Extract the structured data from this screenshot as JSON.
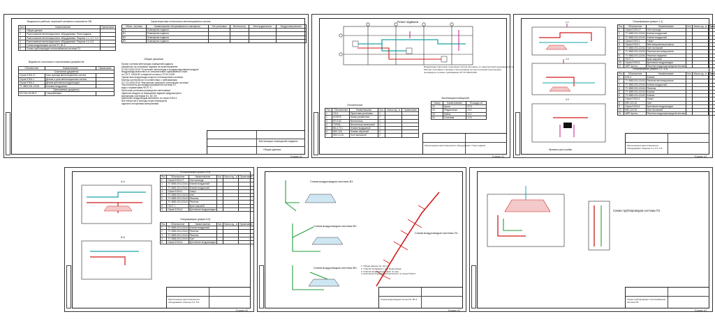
{
  "sheet1": {
    "vedomost_title": "Ведомость рабочих чертежей основного комплекта ОВ",
    "vedomost_headers": [
      "Лист",
      "Наименование",
      "Примечание"
    ],
    "vedomost_rows": [
      [
        "1",
        "Общие данные"
      ],
      [
        "2",
        "Расположение вентиляционного оборудования. План подвала"
      ],
      [
        "3",
        "Расположение вентиляционного оборудования. Разрезы 1-1, 2-2, 3-3"
      ],
      [
        "4",
        "Расположение вентиляционного оборудования. Разрезы 4-4, 5-5"
      ],
      [
        "5",
        "Схема воздуховодов систем П1, В1-3"
      ],
      [
        "6",
        "Схема трубопроводов теплоснабжения системы П1"
      ]
    ],
    "ref_title": "Ведомость ссылочных и прилагаемых документов",
    "ref_headers": [
      "Обозначение",
      "Наименование",
      "Примечание"
    ],
    "ref_section1": "Ссылочные документы",
    "ref_rows1": [
      [
        "Серия 5.904-17",
        "Узлы прохода вентиляционных систем"
      ],
      [
        "Серия 5.904-1",
        "Детали и узлы вентиляционных систем"
      ],
      [
        "Серия 5.904-4",
        "Детали крепления воздуховодов"
      ],
      [
        "ТУ 4863-004-12444",
        "Клапаны воздушные"
      ]
    ],
    "ref_section2": "Прилагаемые документы",
    "ref_rows2": [
      [
        "НО 034-18-ОВ.Н",
        "Спецификация"
      ]
    ],
    "char_title": "Характеристика отопительно-вентиляционных систем",
    "char_headers": [
      "Обозн. системы",
      "Наименование обслуживаемого помещения",
      "Тип установки",
      "Вентилятор",
      "Электродвигатель",
      "Воздухонагреватель"
    ],
    "char_rows": [
      [
        "П1",
        "Помещения подвала"
      ],
      [
        "В1",
        "Помещения подвала"
      ],
      [
        "В2",
        "Помещения подвала"
      ],
      [
        "В3",
        "Помещения подвала"
      ]
    ],
    "notes_title": "Общие указания",
    "notes": [
      "Проект системы вентиляции помещений подвала",
      "разработан на основании задания на проектирование",
      "СП 60.13330.2016 \"Отопление, вентиляция и кондиционирование воздуха\"",
      "Воздуховоды выполнить из тонколистовой оцинкованной стали",
      "по ГОСТ 14918-80 толщиной согласно СП 60.13330",
      "Транзитные воздуховоды покрыть огнезащитным составом",
      "Монтаж систем вести в соответствии с требованиями",
      "СП 73.13330.2016 \"Внутренние санитарно-технические системы\"",
      "Теплоноситель для воздухонагревателя системы П1",
      "вода с параметрами 95-70 °С",
      "Приточная установка размещена в венткамере",
      "Удаление воздуха из помещений подвала предусмотрено",
      "вытяжными системами В1, В2, В3",
      "Крепление воздуховодов выполнить по серии 5.904-1",
      "Все отверстия и проходы через перекрытия",
      "заделать негорючими материалами"
    ],
    "footer_title": "Вентиляция помещений подвала",
    "footer_sheet": "Общие данные",
    "format": "Формат А3"
  },
  "sheet2": {
    "plan_title": "План подвала",
    "notes": [
      "Воздуховоды приточных и вытяжных систем изготовить из тонколистовой оцинкованной стали",
      "Монтаж, испытание и приемку в эксплуатацию систем отопления и вентиляции",
      "производить согласно требованиям СП 73.13330.2016"
    ],
    "explication_title": "Экспликация помещений",
    "explication_headers": [
      "Номер",
      "Наименование",
      "Площадь м2"
    ],
    "explication_rows": [
      [
        "15",
        "Кухня",
        "47.8"
      ],
      [
        "16",
        "Раздаточная",
        "13.3"
      ],
      [
        "18",
        "Мойка",
        "13.2"
      ],
      [
        "20",
        "Столовая",
        "71.8"
      ]
    ],
    "spec_title": "Отопительное",
    "spec_headers": [
      "Поз.",
      "Обозначение",
      "Наименование",
      "Кол.",
      "Масса ед., кг",
      "Примечание"
    ],
    "spec_rows": [
      [
        "1",
        "ОЛ-1",
        "Приточная установка",
        "1"
      ],
      [
        "2",
        "ШУВОК",
        "Шкаф управления",
        "1"
      ],
      [
        "3",
        "ВТ-5-6С",
        "Вентилятор",
        "1"
      ],
      [
        "4",
        "ПУФ45",
        "Вентилятор канальный",
        "1"
      ],
      [
        "5",
        "ВК-4-7С1",
        "Клапан воздушный",
        "1"
      ],
      [
        "6",
        "ВКЛ-125",
        "Клапан обратный",
        "2"
      ],
      [
        "7",
        "ВЗ0-10-10",
        "Зонт вытяжной",
        "1"
      ]
    ],
    "footer_title": "Расположение вентиляционного оборудования. План подвала",
    "format": "Формат А3"
  },
  "sheet3": {
    "table1_title": "Спецификация (разрез 1-1)",
    "table_headers": [
      "Поз.",
      "Обозначение",
      "Наименование",
      "Кол.",
      "Масса ед., кг",
      "Примечание"
    ],
    "table1_rows": [
      [
        "1",
        "Серия 5.904-17",
        "Узел прохода"
      ],
      [
        "2",
        "ТУ 4863-004-12444",
        "Клапан воздушный"
      ],
      [
        "3",
        "ТУ 4863-004-12444",
        "Клапан воздушный"
      ],
      [
        "4",
        "Серия 5.904-1",
        "Хомут"
      ],
      [
        "5",
        "Серия 5.904-1",
        "Вентиляционная решетка"
      ],
      [
        "6",
        "ТУ 4863-004-12444",
        "Зонт вытяжной"
      ],
      [
        "7",
        "ТУ 4863-004-12444",
        "Решетка вентиляционная"
      ],
      [
        "8",
        "ТУ 4863-004-12444",
        "Решетка наружная"
      ],
      [
        "9",
        "ГОСТ 1",
        "Кран шаровой"
      ],
      [
        "10",
        "Серия 5.904-4",
        "Крепление воздуховодов"
      ],
      [
        "11",
        "АМР Арктос",
        "Решетка воздухораспределительная"
      ]
    ],
    "table2_title": "Спецификация (разрез 2-2, 3-3)",
    "table2_rows": [
      [
        "1",
        "КОК-1",
        "Клапан"
      ],
      [
        "2",
        "ТУ 4863-004-12444",
        "Решетка вентиляционная"
      ],
      [
        "3",
        "ТУ 4863-004-12444",
        "Клапан воздушный"
      ],
      [
        "4",
        "ТУ 4863-004-12444",
        "Решетка"
      ],
      [
        "5",
        "ТУ 4863-004-12444",
        "Клапан"
      ],
      [
        "6",
        "ТУ 4863-004-12444",
        "Клапан"
      ],
      [
        "7",
        "Серия 5.904-1",
        "Хомут"
      ],
      [
        "8",
        "ВЗ0-124-16",
        "Зонт"
      ],
      [
        "9",
        "Серия 5.904-4",
        "Крепление воздуховодов"
      ],
      [
        "10",
        "ВЗ0-124-16",
        "Зонт вытяжной"
      ],
      [
        "11",
        "АМР Арктос",
        "Решетка воздухораспределительная"
      ]
    ],
    "fragment_label": "Фрагмент для стройки",
    "section_labels": [
      "1-1",
      "2-2",
      "3-3"
    ],
    "footer_title": "Расположение вентиляционного оборудования. Разрезы 1-1, 2-2, 3-3",
    "format": "Формат А3"
  },
  "sheet4": {
    "section_labels": [
      "4-4",
      "5-5"
    ],
    "table1_title": "Спецификация (разрез 4-4)",
    "table_headers": [
      "Поз.",
      "Обозначение",
      "Наименование",
      "Кол.",
      "Масса ед., кг",
      "Примечание"
    ],
    "table1_rows": [
      [
        "1",
        "Серия 5.904-17",
        "Узел прохода"
      ],
      [
        "2",
        "ТУ 4863-004-12444",
        "Клапан воздушный"
      ],
      [
        "3",
        "ТУ 4863-004-12444",
        "Клапан воздушный"
      ],
      [
        "4",
        "Серия 5.904-1",
        "Хомут"
      ],
      [
        "5",
        "ТУ 4863-004-12444",
        "Зонт"
      ],
      [
        "6",
        "ТУ 4863-004-12444",
        "Решетка"
      ],
      [
        "7",
        "ТУ 4863-004-12444",
        "Решетка"
      ],
      [
        "8",
        "ГОСТ 1",
        "Кран шаровой"
      ],
      [
        "9",
        "Серия 5.904-4",
        "Крепление воздуховодов"
      ]
    ],
    "table2_title": "Спецификация (разрез 5-5)",
    "table2_rows": [
      [
        "1",
        "ТУ 4863-004-12444",
        "Клапан воздушный"
      ],
      [
        "2",
        "ТУ 4863-004-12444",
        "Решетка"
      ],
      [
        "3",
        "ТУ 4863-004-12444",
        "Решетка"
      ],
      [
        "4",
        "ТУ 4863-004-12444",
        "Зонт"
      ],
      [
        "5",
        "Серия 5.904-4",
        "Крепление воздуховодов"
      ]
    ],
    "footer_title": "Расположение вентиляционного оборудования. Разрезы 4-4, 5-5",
    "format": "Формат А3"
  },
  "sheet5": {
    "labels": [
      "Схема воздуховодов системы В1",
      "Схема воздуховодов системы В2",
      "Схема воздуховодов системы В3",
      "Схема воздуховодов системы П1"
    ],
    "notes": [
      "1. Общие данные см. лист 1",
      "2. Отметки приведены к оси воздуховода",
      "3. Отметки воздуховодов даны по низу",
      "4. Крепление воздуховодов выполнить по серии 5.904-1"
    ],
    "footer_title": "Схема воздуховодов систем П1, В1-3",
    "format": "Формат А3"
  },
  "sheet6": {
    "label": "Схема трубопроводов системы П1",
    "footer_title": "Схема трубопроводов теплоснабжения системы П1",
    "format": "Формат А3"
  },
  "colors": {
    "duct_red": "#d11a1a",
    "duct_teal": "#1aa3a3",
    "pipe_green": "#1e9e3a",
    "duct_magenta": "#c21e8c",
    "line": "#222222"
  }
}
